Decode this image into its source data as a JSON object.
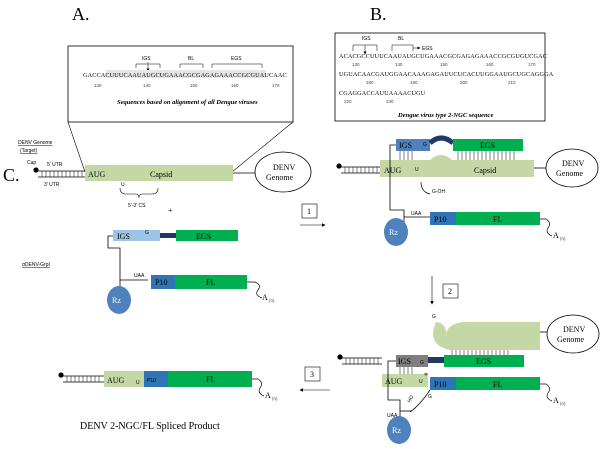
{
  "panels": {
    "a": "A.",
    "b": "B.",
    "c": "C."
  },
  "panel_a": {
    "markers": {
      "igs": "IGS",
      "bl": "BL",
      "egs": "EGS"
    },
    "sequence": "GACCACUUUCAAUAUGCUGAAACGCGAGAGAAACCGCGUAUCAAC",
    "ticks": [
      "130",
      "140",
      "150",
      "160",
      "170"
    ],
    "caption": "Sequences based on alignment of all Dengue viruses"
  },
  "panel_b": {
    "markers": {
      "igs": "IGS",
      "bl": "BL",
      "egs": "EGS"
    },
    "line1": "ACACGCCUUUCAAUAUGCUGAAACGCGAGAGAAACCGCGUGUCGAC",
    "ticks1": [
      "130",
      "140",
      "150",
      "160",
      "170"
    ],
    "line2": "UGUACAACGAUGGAACAAAGAGAUUCUCACUUGGAAUGCUGCAGGGA",
    "ticks2": [
      "180",
      "190",
      "200",
      "210"
    ],
    "line3": "CGAGGACCAUUAAAACUGU",
    "ticks3": [
      "220",
      "230"
    ],
    "caption": "Dengue virus type 2-NGC sequence"
  },
  "genome": {
    "title_line1": "DENV Genome",
    "title_line2": "(Target)",
    "cap": "Cap",
    "utr5": "5' UTR",
    "utr3": "3' UTR",
    "aug": "AUG",
    "u": "U",
    "capsid": "Capsid",
    "genome_line1": "DENV",
    "genome_line2": "Genome",
    "cs": "5'-3' CS",
    "plus": "+"
  },
  "construct": {
    "name": "αDENV-GrpI",
    "igs": "IGS",
    "g": "G",
    "egs": "EGS",
    "uaa": "UAA",
    "rz": "Rz",
    "p10": "P10",
    "fl": "FL",
    "polya": "A",
    "polya_sub": "(n)"
  },
  "steps": {
    "s1": "1",
    "s2": "2",
    "s3": "3"
  },
  "complex1": {
    "goh": "G-OH"
  },
  "complex2": {
    "ho": "HO",
    "star": "*"
  },
  "product": {
    "caption": "DENV 2-NGC/FL Spliced Product"
  },
  "colors": {
    "igs": "#5b9bd5",
    "egs": "#00b050",
    "fl": "#00b050",
    "p10": "#2e75b6",
    "capsid": "#c4d7a4",
    "rz": "#4f81bd",
    "linker": "#1f3864",
    "grey_igs": "#7f7f7f"
  }
}
